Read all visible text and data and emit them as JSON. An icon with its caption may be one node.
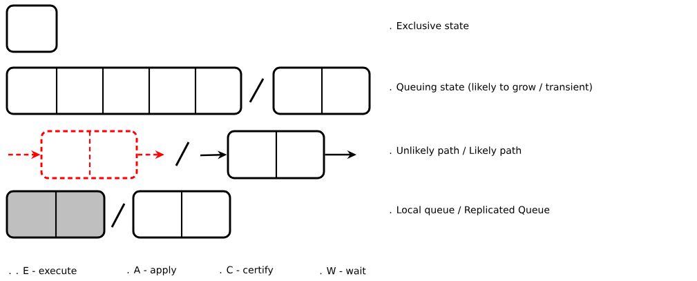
{
  "diagram": {
    "nodes": [
      {
        "text": [],
        "shape": "box"
      },
      {
        "text": [],
        "shape": "box"
      },
      {
        "text": [],
        "shape": "box"
      },
      {
        "text": [],
        "shape": "box"
      },
      {
        "text": [],
        "shape": "box"
      },
      {
        "text": [],
        "shape": "box"
      },
      {
        "text": [],
        "shape": "box"
      }
    ],
    "edges": [
      {
        "from": null,
        "to": 3,
        "arrow": "to",
        "style": "dashed",
        "color": "#ff0000"
      },
      {
        "from": 3,
        "to": null,
        "arrow": "to",
        "style": "dashed",
        "color": "#ff0000"
      },
      {
        "from": null,
        "to": 4,
        "arrow": "to",
        "color": "#000000"
      },
      {
        "from": 4,
        "to": null,
        "arrow": "to",
        "color": "#000000"
      }
    ],
    "labels": [
      ". Exclusive state",
      ". Queuing state (likely to grow / transient)",
      ". Unlikely path / Likely path",
      ". Local queue / Replicated Queue",
      ". . E - execute",
      ". A - apply",
      ". C - certify",
      ". W - wait"
    ]
  }
}
